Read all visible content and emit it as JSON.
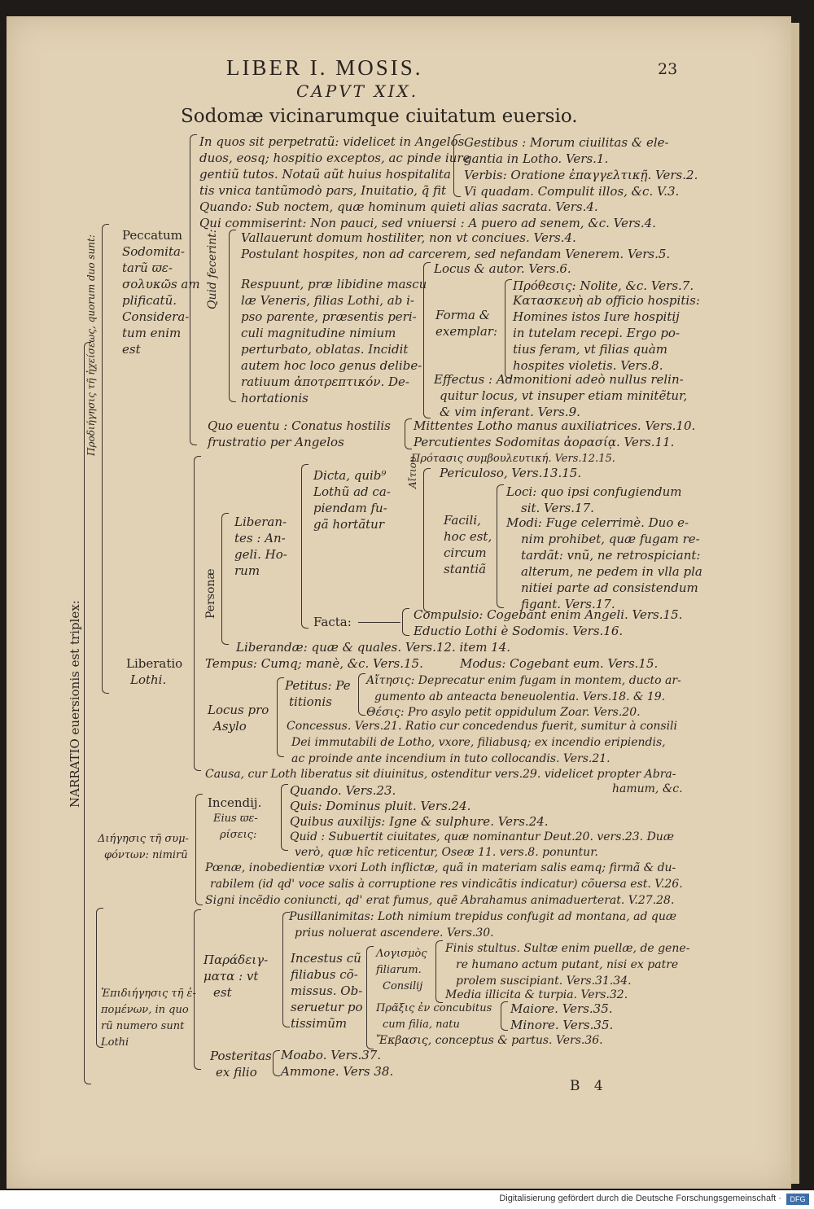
{
  "header": {
    "running_title": "LIBER I. MOSIS.",
    "page_number": "23",
    "chapter": "CAPVT XIX.",
    "title": "Sodomæ vicinarumque ciuitatum euersio."
  },
  "vertical": {
    "main": "NARRATIO euersionis est triplex:",
    "first": "Προδιήγησις τῆ ἠχείσεως, quorum duo sunt:",
    "quid_fecerint": "Quid fecerint:",
    "personae": "Personæ",
    "aitiou": "Αἴτιου"
  },
  "block1": {
    "peccatum": [
      "Peccatum",
      "Sodomita-",
      "tarũ ϖε-",
      "σολυκῶs am",
      "plificatũ.",
      "Considera-",
      "tum enim",
      "est"
    ],
    "l1": "In quos sit perpetratũ: videlicet in Angelos",
    "l2": "duos, eosq; hospitio exceptos, ac pinde iure",
    "l3": "gentiũ tutos. Notaũ aũt huius hospitalita",
    "l4": "tis vnica tantũmodò pars, Inuitatio, q̃ fit",
    "g1": "Gestibus : Morum ciuilitas & ele-",
    "g2": "gantia in Lotho. Vers.1.",
    "v1": "Verbis: Oratione ἐπαγγελτικῇ. Vers.2.",
    "vi1": "Vi quadam. Compulit illos, &c. V.3.",
    "quando": "Quando: Sub noctem, quæ hominum quieti alias sacrata. Vers.4.",
    "qui": "Qui commiserint: Non pauci, sed vniuersi : A puero ad senem, &c. Vers.4.",
    "vall": "Vallauerunt domum hostiliter, non vt conciues. Vers.4.",
    "post": "Postulant hospites, non ad carcerem, sed nefandam Venerem. Vers.5.",
    "locus": "Locus & autor. Vers.6.",
    "resp": [
      "Respuunt, præ libidine mascu",
      "læ Veneris, filias Lothi, ab i-",
      "pso parente, præsentis peri-",
      "culi magnitudine nimium",
      "perturbato, oblatas. Incidit",
      "autem hoc loco genus delibe-",
      "ratiuum ἀποτρεπτικόν. De-",
      "hortationis"
    ],
    "forma": [
      "Forma &",
      "exemplar:"
    ],
    "prothesis": "Πρόθεσις: Nolite, &c. Vers.7.",
    "kata": [
      "Κατασκευὴ ab officio hospitis:",
      "Homines istos Iure hospitij",
      "in tutelam recepi. Ergo po-",
      "tius feram, vt filias quàm",
      "hospites violetis. Vers.8."
    ],
    "effectus": [
      "Effectus : Admonitioni adeò nullus relin-",
      "quitur locus, vt insuper etiam minitẽtur,",
      "& vim inferant. Vers.9."
    ],
    "quo": [
      "Quo euentu : Conatus hostilis",
      "frustratio per Angelos"
    ],
    "mitt": "Mittentes Lotho manus auxiliatrices. Vers.10.",
    "perc": "Percutientes Sodomitas ἀορασίᾳ. Vers.11."
  },
  "block2": {
    "protasis": "Πρότασις συμβουλευτική. Vers.12.15.",
    "dicta": [
      "Dicta, quib⁹",
      "Lothũ ad ca-",
      "piendam fu-",
      "gã hortãtur"
    ],
    "peric": "Periculoso, Vers.13.15.",
    "facili": [
      "Facili,",
      "hoc est,",
      "circum",
      "stantiã"
    ],
    "loci": [
      "Loci: quo ipsi confugiendum",
      "sit. Vers.17."
    ],
    "modi": [
      "Modi: Fuge celerrimè. Duo e-",
      "nim prohibet, quæ fugam re-",
      "tardãt: vnũ, ne retrospiciant:",
      "alterum, ne pedem in vlla pla",
      "nitiei parte ad consistendum",
      "figant. Vers.17."
    ],
    "liberantes": [
      "Liberan-",
      "tes : An-",
      "geli. Ho-",
      "rum"
    ],
    "facta": "Facta:",
    "comp": "Compulsio: Cogebant enim Angeli. Vers.15.",
    "educ": "Eductio Lothi è Sodomis. Vers.16.",
    "liberandae": "Liberandæ: quæ & quales. Vers.12. item 14.",
    "liberatio": [
      "Liberatio",
      "Lothi."
    ],
    "tempus": "Tempus: Cumq; manè, &c. Vers.15.",
    "modus": "Modus: Cogebant eum. Vers.15.",
    "petitus": [
      "Petitus: Pe",
      "titionis"
    ],
    "locus_pro": [
      "Locus pro",
      "Asylo"
    ],
    "aitia": [
      "Αἴτησις: Deprecatur enim fugam in montem, ducto ar-",
      "gumento ab anteacta beneuolentia. Vers.18. & 19."
    ],
    "thesis": "Θέσις: Pro asylo petit oppidulum Zoar. Vers.20.",
    "conc": [
      "Concessus. Vers.21. Ratio cur concedendus fuerit, sumitur à consili",
      "Dei immutabili de Lotho, vxore, filiabusq; ex incendio eripiendis,",
      "ac proinde ante incendium in tuto collocandis. Vers.21."
    ],
    "causa": "Causa, cur Loth liberatus sit diuinitus, ostenditur vers.29. videlicet propter Abra-",
    "causa2": "hamum, &c."
  },
  "block3": {
    "diegesis": [
      "Διήγησις τῆ συμ-",
      "φόντων: nimirũ"
    ],
    "incendij": [
      "Incendij.",
      "Eius ϖε-",
      "ρίσεις:"
    ],
    "quando": "Quando. Vers.23.",
    "quis": "Quis: Dominus pluit. Vers.24.",
    "quibus": "Quibus auxilijs: Igne & sulphure. Vers.24.",
    "quid": [
      "Quid : Subuertit ciuitates, quæ nominantur Deut.20. vers.23. Duæ",
      "verò, quæ hîc reticentur, Oseæ 11. vers.8. ponuntur."
    ],
    "poenae": [
      "Pœnæ, inobedientiæ vxori Loth inflictæ, quã in materiam salis eamq; firmã & du-",
      "rabilem (id qd' voce salis à corruptione res vindicãtis indicatur) cõuersa est. V.26."
    ],
    "signi": "Signi incẽdio coniuncti, qd' erat fumus, quẽ Abrahamus animaduerterat. V.27.28."
  },
  "block4": {
    "epid": [
      "Ἐπιδιήγησις τῆ ἐ-",
      "πομένων, in quo",
      "rũ numero sunt",
      "Lothi"
    ],
    "paradigma": [
      "Παράδειγ-",
      "ματα : vt",
      "est"
    ],
    "pusill": [
      "Pusillanimitas: Loth nimium trepidus confugit ad montana, ad quæ",
      "prius noluerat ascendere. Vers.30."
    ],
    "incest": [
      "Incestus cũ",
      "filiabus cõ-",
      "missus. Ob-",
      "seruetur po",
      "tissimũm"
    ],
    "logismos": [
      "Λογισμὸς",
      "filiarum.",
      "Consilij"
    ],
    "finis": [
      "Finis stultus. Sultæ enim puellæ, de gene-",
      "re humano actum putant, nisi ex patre",
      "prolem suscipiant. Vers.31.34."
    ],
    "media": "Media illicita & turpia. Vers.32.",
    "praxis": [
      "Πρᾶξις ἐν concubitus",
      "cum filia, natu"
    ],
    "maiore": "Maiore. Vers.35.",
    "minore": "Minore. Vers.35.",
    "ekbasis": "Ἔκβασις, conceptus & partus. Vers.36.",
    "posteritas": [
      "Posteritas",
      "ex filio"
    ],
    "moabo": "Moabo. Vers.37.",
    "ammone": "Ammone. Vers 38."
  },
  "signature": "B 4",
  "footer": {
    "text": "Digitalisierung gefördert durch die Deutsche Forschungsgemeinschaft ·",
    "logo": "DFG"
  },
  "colors": {
    "paper": "#e2d2b5",
    "ink": "#2a2420",
    "background": "#1f1b18"
  }
}
